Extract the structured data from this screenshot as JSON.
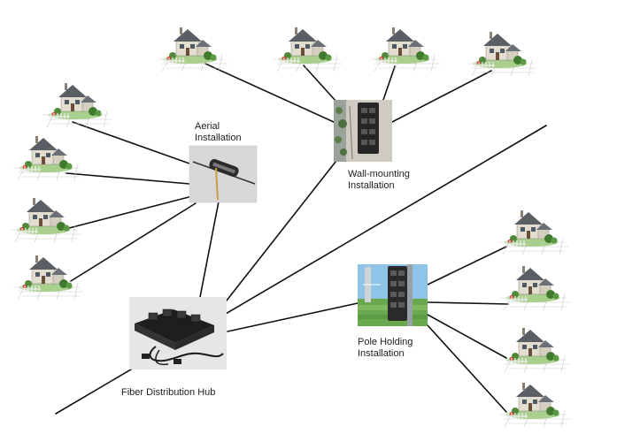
{
  "labels": {
    "aerial": [
      "Aerial",
      "Installation"
    ],
    "wall": [
      "Wall-mounting",
      "Installation"
    ],
    "pole": [
      "Pole Holding",
      "Installation"
    ],
    "hub": [
      "Fiber Distribution Hub"
    ]
  },
  "colors": {
    "line": "#111111",
    "roof": "#5a5f66",
    "wall": "#d9d3c7",
    "grass": "#6aa84f",
    "fence": "#f2f2f2",
    "sky": "#8fc4e8"
  }
}
